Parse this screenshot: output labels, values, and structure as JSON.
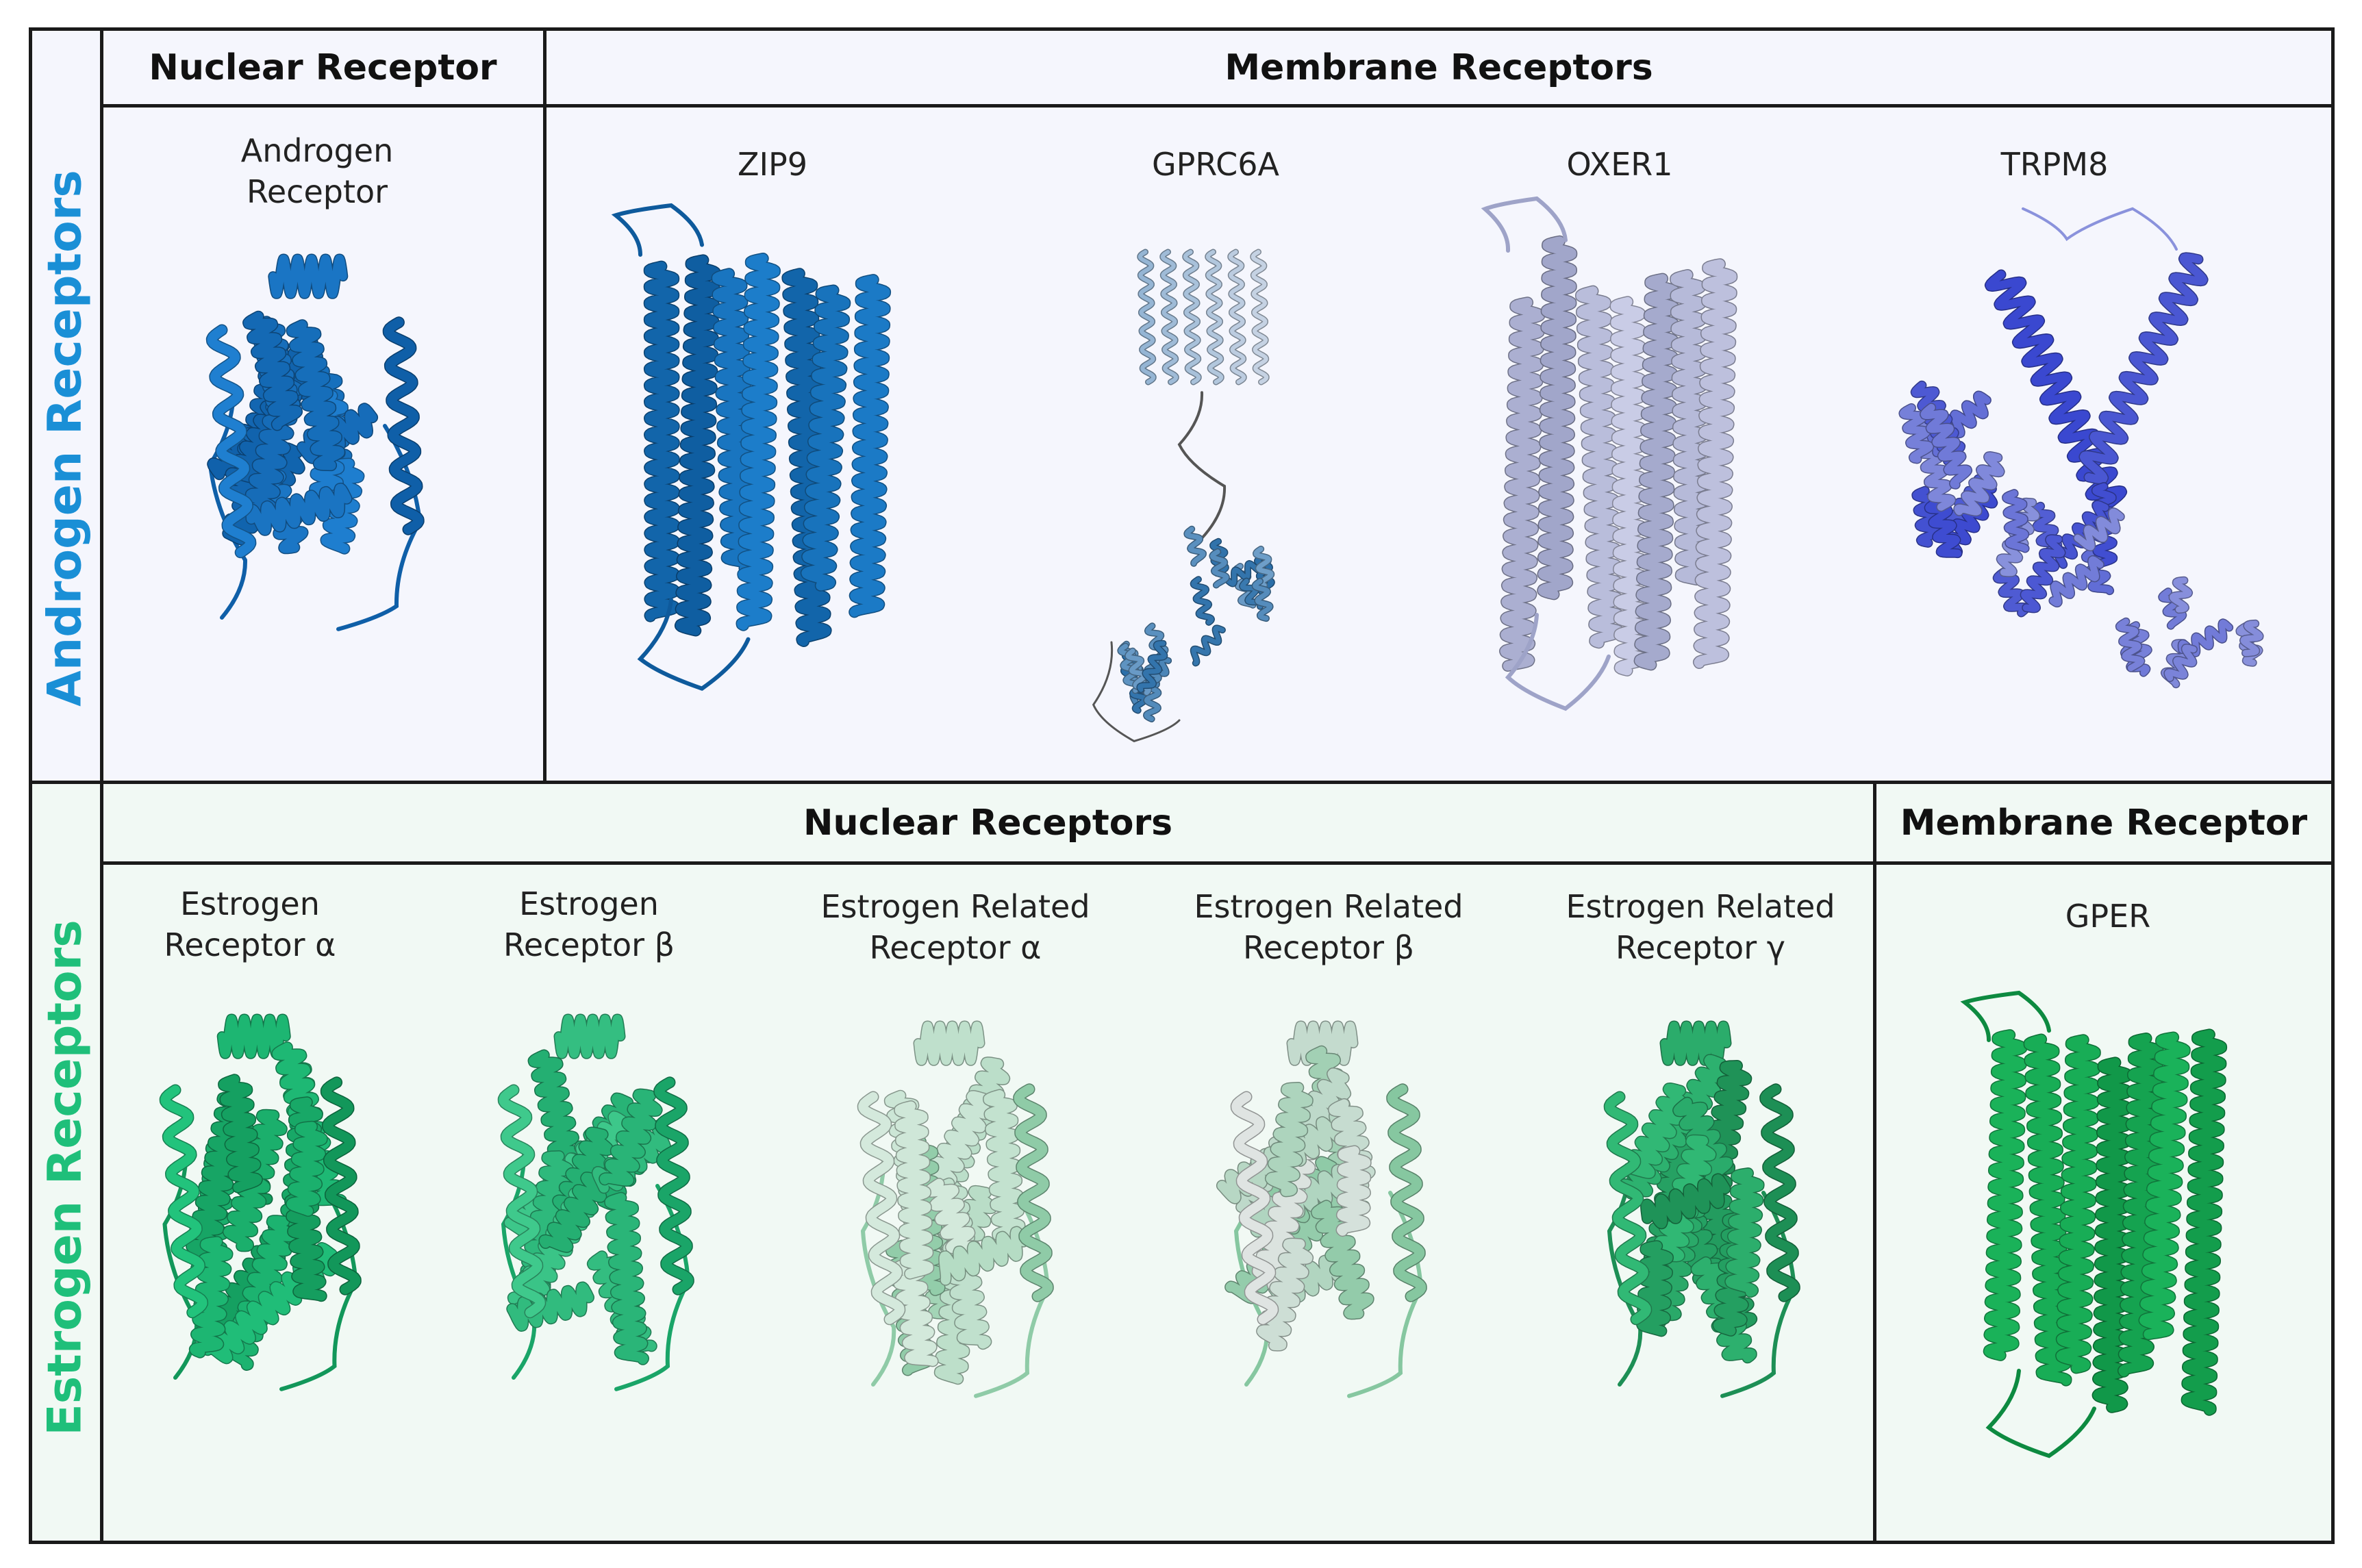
{
  "colors": {
    "androgen_label": "#1a8fd6",
    "estrogen_label": "#1fbf7a",
    "androgen_bg": "#f5f6fd",
    "estrogen_bg": "#f1f9f4",
    "border": "#1a1a1a"
  },
  "androgen": {
    "label": "Androgen Receptors",
    "nuclear_header": "Nuclear Receptor",
    "membrane_header": "Membrane Receptors",
    "proteins": [
      {
        "key": "ar",
        "lines": [
          "Androgen",
          "Receptor"
        ],
        "style": "globular",
        "colors": [
          "#1f7fd0",
          "#0f5fa8"
        ]
      },
      {
        "key": "zip9",
        "lines": [
          "ZIP9"
        ],
        "style": "tm",
        "colors": [
          "#1d7fcc",
          "#0e5a9c"
        ]
      },
      {
        "key": "gprc6a",
        "lines": [
          "GPRC6A"
        ],
        "style": "gprc6a",
        "colors": [
          "#6e9ec8",
          "#2a6ea8"
        ]
      },
      {
        "key": "oxer1",
        "lines": [
          "OXER1"
        ],
        "style": "tm",
        "colors": [
          "#c9cce6",
          "#9ea3c8"
        ]
      },
      {
        "key": "trpm8",
        "lines": [
          "TRPM8"
        ],
        "style": "trpm8",
        "colors": [
          "#3a48d0",
          "#8a92dc"
        ]
      }
    ]
  },
  "estrogen": {
    "label": "Estrogen Receptors",
    "nuclear_header": "Nuclear Receptors",
    "membrane_header": "Membrane Receptor",
    "proteins": [
      {
        "key": "er_alpha",
        "lines": [
          "Estrogen",
          "Receptor α"
        ],
        "style": "globular",
        "colors": [
          "#22c37c",
          "#12975a"
        ]
      },
      {
        "key": "er_beta",
        "lines": [
          "Estrogen",
          "Receptor β"
        ],
        "style": "globular",
        "colors": [
          "#3fc98c",
          "#1aa568"
        ]
      },
      {
        "key": "err_alpha",
        "lines": [
          "Estrogen Related",
          "Receptor α"
        ],
        "style": "globular",
        "colors": [
          "#d4e9dc",
          "#8fcba7"
        ]
      },
      {
        "key": "err_beta",
        "lines": [
          "Estrogen Related",
          "Receptor β"
        ],
        "style": "globular",
        "colors": [
          "#dfe4e2",
          "#86c7a0"
        ]
      },
      {
        "key": "err_gamma",
        "lines": [
          "Estrogen Related",
          "Receptor γ"
        ],
        "style": "globular",
        "colors": [
          "#31b975",
          "#1d8f55"
        ]
      },
      {
        "key": "gper",
        "lines": [
          "GPER"
        ],
        "style": "tm",
        "colors": [
          "#1ab35a",
          "#0d8a40"
        ]
      }
    ]
  }
}
